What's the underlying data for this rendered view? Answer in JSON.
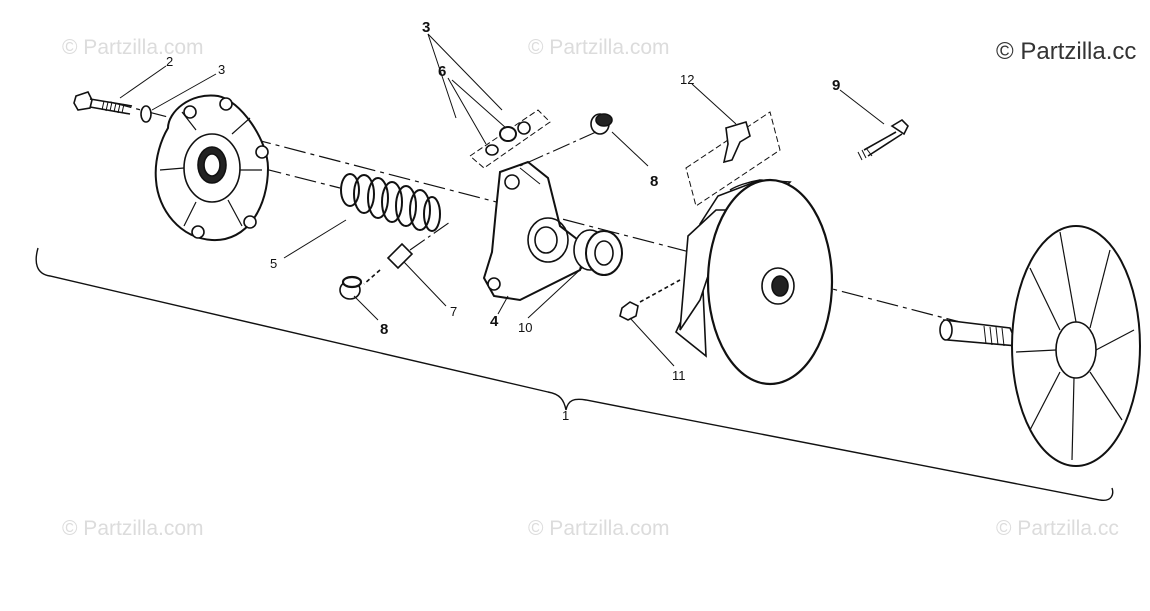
{
  "watermark": {
    "text": "© Partzilla.com",
    "corner_text": "© Partzilla.cc",
    "bottom_right_text": "© Partzilla.cc"
  },
  "callouts": {
    "c1": "1",
    "c2": "2",
    "c3_left": "3",
    "c3_top": "3",
    "c4": "4",
    "c5": "5",
    "c6": "6",
    "c7": "7",
    "c8_right": "8",
    "c8_left": "8",
    "c9": "9",
    "c10": "10",
    "c11": "11",
    "c12": "12"
  }
}
